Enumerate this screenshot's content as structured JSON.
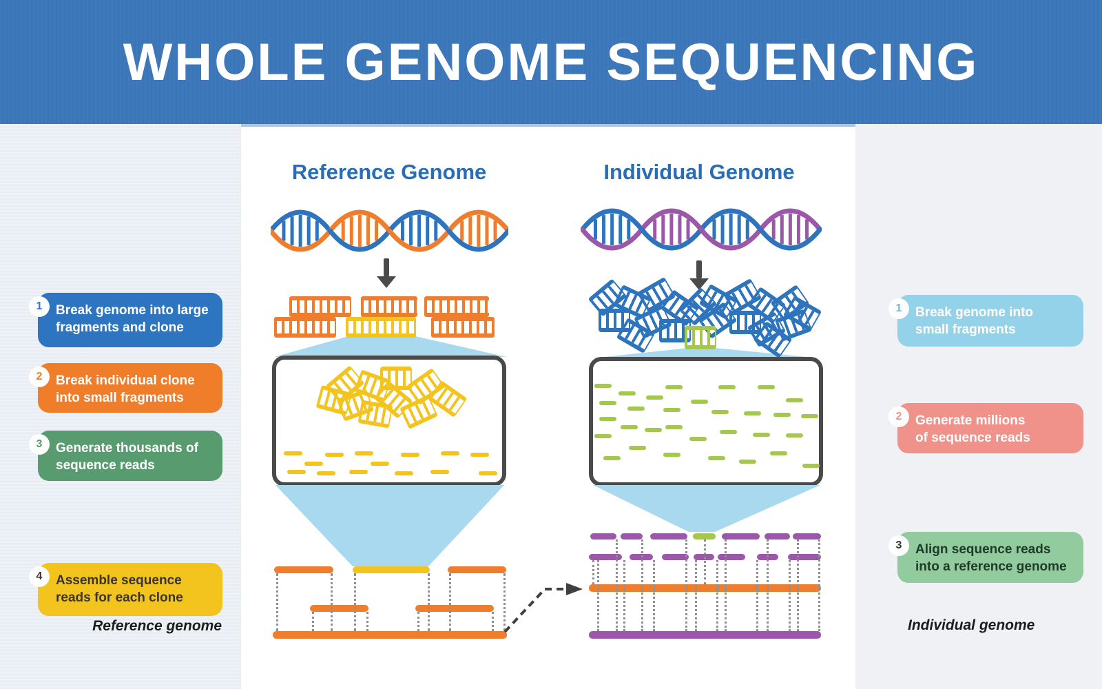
{
  "title": "WHOLE GENOME SEQUENCING",
  "reference": {
    "heading": "Reference Genome",
    "caption": "Reference genome",
    "steps": [
      {
        "num": "1",
        "text": "Break genome into large fragments and clone",
        "color": "#2e75c1"
      },
      {
        "num": "2",
        "text": "Break individual clone into small fragments",
        "color": "#ef7d2a"
      },
      {
        "num": "3",
        "text": "Generate thousands of sequence reads",
        "color": "#579b6e"
      },
      {
        "num": "4",
        "text": "Assemble sequence reads for each clone",
        "color": "#f2c41d"
      }
    ]
  },
  "individual": {
    "heading": "Individual Genome",
    "caption": "Individual genome",
    "steps": [
      {
        "num": "1",
        "text": "Break genome into small fragments",
        "color": "#93d2e9"
      },
      {
        "num": "2",
        "text": "Generate millions of sequence reads",
        "color": "#f0918a"
      },
      {
        "num": "3",
        "text": "Align sequence reads into a reference genome",
        "color": "#91cb9e"
      }
    ]
  },
  "palette": {
    "banner_blue": "#3b76b9",
    "heading_blue": "#2a6db6",
    "dna_blue": "#2e74bd",
    "dna_orange": "#ee7d2e",
    "dna_purple": "#9c58a8",
    "fragment_yellow": "#f2c41d",
    "read_green": "#a3c84b",
    "funnel_blue": "#a9d9ee",
    "arrow_gray": "#4a4a4a"
  }
}
